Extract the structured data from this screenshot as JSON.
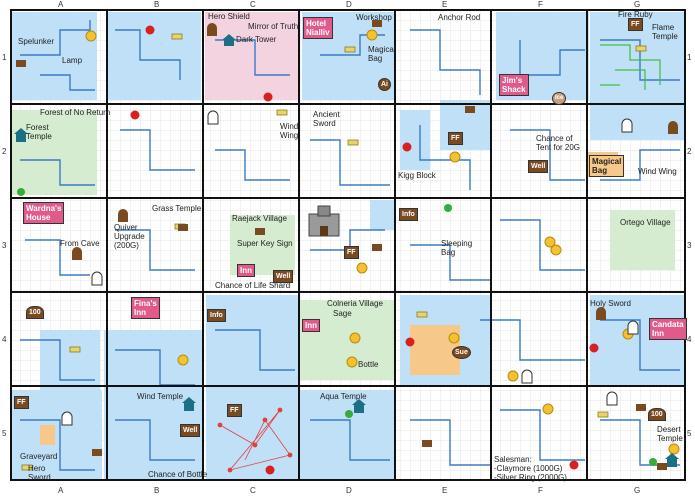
{
  "columns": [
    "A",
    "B",
    "C",
    "D",
    "E",
    "F",
    "G"
  ],
  "rows": [
    "1",
    "2",
    "3",
    "4",
    "5"
  ],
  "colors": {
    "water": "#bfe0f7",
    "grass": "#d6ecd0",
    "pink_zone": "#f4d3e0",
    "orange_zone": "#f6c98a",
    "path": "#3a7bc4",
    "grid": "#d8d8d8",
    "cell_border": "#111111",
    "tag_pink": "#e05a8c",
    "tag_red": "#c8454a"
  },
  "labels": {
    "spelunker": "Spelunker",
    "lamp": "Lamp",
    "hero_shield": "Hero Shield",
    "mirror_of_truth": "Mirror of Truth",
    "dark_tower": "Dark Tower",
    "workshop": "Workshop",
    "magical_bag_d1": "Magical\nBag",
    "anchor_rod": "Anchor Rod",
    "fire_ruby": "Fire Ruby",
    "flame_temple": "Flame\nTemple",
    "forest_of_no_return": "Forest of No Return",
    "forest_temple": "Forest\nTemple",
    "wind_wing_c2": "Wind\nWing",
    "ancient_sword": "Ancient\nSword",
    "kigg_block": "Kigg Block",
    "chance_of_tent": "Chance of\nTent for 20G",
    "wind_wing_g2": "Wind Wing",
    "quiver_upgrade": "Quiver\nUpgrade\n(200G)",
    "grass_temple": "Grass Temple",
    "from_cave": "From Cave",
    "raejack_village": "Raejack Village",
    "super_key_sign": "Super Key Sign",
    "chance_of_life_shard": "Chance of Life Shard",
    "sleeping_bag": "Sleeping\nBag",
    "ortego_village": "Ortego Village",
    "colneria_village": "Colneria Village",
    "sage": "Sage",
    "bottle": "Bottle",
    "holy_sword": "Holy Sword",
    "wind_temple": "Wind Temple",
    "graveyard": "Graveyard",
    "hero_sword": "Hero\nSword",
    "chance_of_bottle": "Chance of Bottle",
    "aqua_temple": "Aqua Temple",
    "salesman": "Salesman:\n-Claymore (1000G)\n-Silver Ring (2000G)",
    "desert_temple": "Desert\nTemple"
  },
  "tags": {
    "hotel_nialliv": "Hotel\nNialliv",
    "jims_shack": "Jim's\nShack",
    "magical_bag_g2": "Magical\nBag",
    "wardnas_house": "Wardna's\nHouse",
    "finas_inn": "Fina's\nInn",
    "inn_c3": "Inn",
    "inn_d4": "Inn",
    "candata_inn": "Candata\nInn"
  },
  "icon_text": {
    "ai": "Ai",
    "well": "Well",
    "ff": "FF",
    "info": "Info",
    "sue": "Sue",
    "hundred": "100",
    "ice": "Ice"
  }
}
